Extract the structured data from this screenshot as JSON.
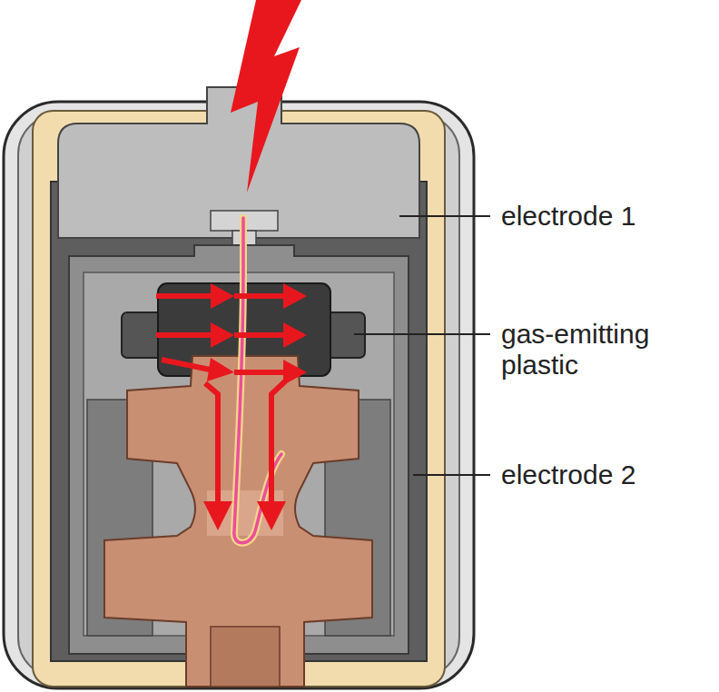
{
  "diagram": {
    "labels": [
      "electrode 1",
      "gas-emitting plastic",
      "electrode 2"
    ]
  }
}
